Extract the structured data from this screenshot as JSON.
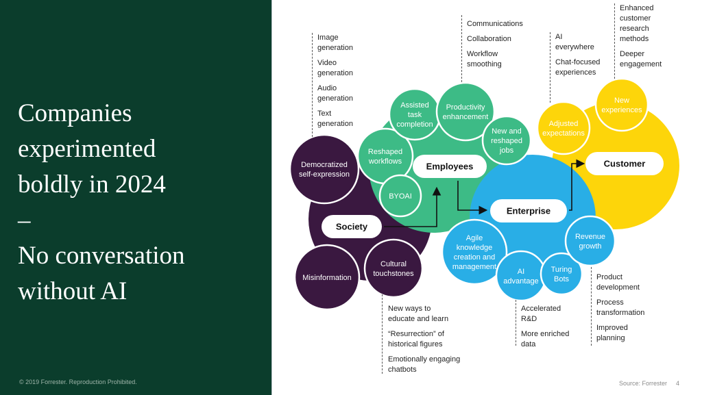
{
  "slide": {
    "headline_lines": [
      "Companies",
      "experimented",
      "boldly in 2024",
      "–",
      "No conversation",
      "without AI"
    ],
    "copyright": "© 2019 Forrester. Reproduction Prohibited.",
    "source": "Source: Forrester",
    "page_number": "4"
  },
  "colors": {
    "panel": "#0b3d2c",
    "society": "#3a1840",
    "employees": "#3dbb86",
    "enterprise": "#29aee6",
    "customer": "#fdd50a"
  },
  "hubs": {
    "society": "Society",
    "employees": "Employees",
    "enterprise": "Enterprise",
    "customer": "Customer"
  },
  "bubbles": {
    "democratized": [
      "Democratized",
      "self-expression"
    ],
    "misinformation": [
      "Misinformation"
    ],
    "cultural": [
      "Cultural",
      "touchstones"
    ],
    "reshaped_workflows": [
      "Reshaped",
      "workflows"
    ],
    "byoai": [
      "BYOAI"
    ],
    "assisted": [
      "Assisted",
      "task",
      "completion"
    ],
    "productivity": [
      "Productivity",
      "enhancement"
    ],
    "new_jobs": [
      "New and",
      "reshaped",
      "jobs"
    ],
    "agile": [
      "Agile",
      "knowledge",
      "creation and",
      "management"
    ],
    "ai_advantage": [
      "AI",
      "advantage"
    ],
    "turing": [
      "Turing",
      "Bots"
    ],
    "revenue": [
      "Revenue",
      "growth"
    ],
    "adjusted": [
      "Adjusted",
      "expectations"
    ],
    "new_experiences": [
      "New",
      "experiences"
    ]
  },
  "notes": {
    "society_top": [
      "Image\ngeneration",
      "Video\ngeneration",
      "Audio\ngeneration",
      "Text\ngeneration"
    ],
    "employees_top": [
      "Communications",
      "Collaboration",
      "Workflow\nsmoothing"
    ],
    "adjusted_top": [
      "AI\neverywhere",
      "Chat-focused\nexperiences"
    ],
    "customer_top": [
      "Enhanced\ncustomer\nresearch\nmethods",
      "Deeper\nengagement"
    ],
    "cultural_bottom": [
      "New ways to\neducate and learn",
      "“Resurrection” of\nhistorical figures",
      "Emotionally engaging\nchatbots"
    ],
    "ai_bottom": [
      "Accelerated\nR&D",
      "More enriched\ndata"
    ],
    "revenue_bottom": [
      "Product\ndevelopment",
      "Process\ntransformation",
      "Improved\nplanning"
    ]
  }
}
